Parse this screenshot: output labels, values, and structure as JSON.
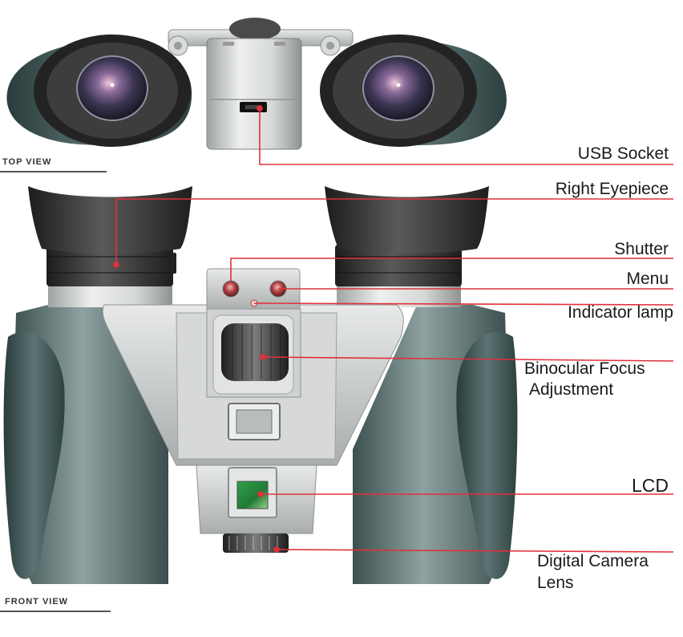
{
  "views": {
    "top": "TOP  VIEW",
    "front": "FRONT VIEW"
  },
  "callouts": {
    "usb_socket": "USB Socket",
    "right_eyepiece": "Right Eyepiece",
    "shutter": "Shutter",
    "menu": "Menu",
    "indicator_lamp": "Indicator lamp",
    "focus_line1": "Binocular Focus",
    "focus_line2": "Adjustment",
    "lcd": "LCD",
    "lens_line1": "Digital Camera",
    "lens_line2": "Lens"
  },
  "colors": {
    "leader_line": "#e0303a",
    "body_silver": "#c9cccb",
    "rubber_dark": "#3d5252",
    "eyecup_black": "#2b2b2b"
  }
}
